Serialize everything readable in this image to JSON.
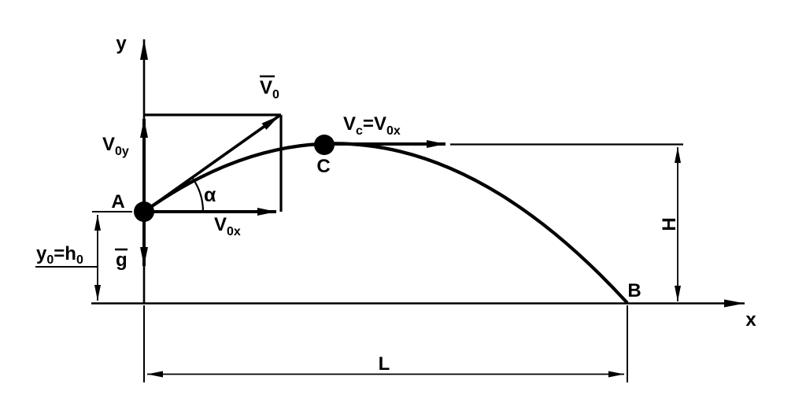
{
  "diagram": {
    "background": "#ffffff",
    "ink": "#000000",
    "axis_labels": {
      "x": "x",
      "y": "y"
    },
    "point_labels": {
      "a": "A",
      "b": "B",
      "c": "C"
    },
    "angle_label": "α",
    "vector_labels": {
      "v0": {
        "base": "V",
        "sub": "0"
      },
      "v0x": {
        "base": "V",
        "sub": "0x"
      },
      "v0y": {
        "base": "V",
        "sub": "0y"
      },
      "vc": {
        "base": "V",
        "sub": "c",
        "equals": "=",
        "base2": "V",
        "sub2": "0x"
      },
      "g": {
        "base": "g"
      }
    },
    "dimension_labels": {
      "height": "H",
      "range": "L",
      "launch_height": {
        "base": "y",
        "sub": "0",
        "equals": "=",
        "base2": "h",
        "sub2": "0"
      }
    }
  }
}
